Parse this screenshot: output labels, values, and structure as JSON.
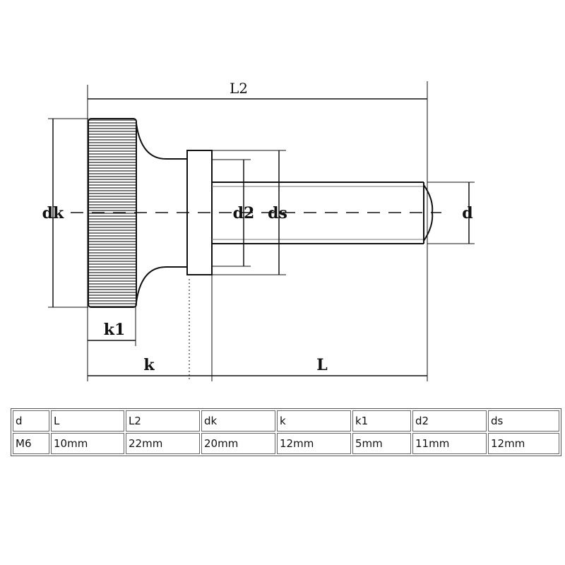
{
  "diagram": {
    "labels": {
      "L2": "L2",
      "dk": "dk",
      "d2": "d2",
      "ds": "ds",
      "d": "d",
      "k1": "k1",
      "k": "k",
      "L": "L"
    }
  },
  "spec_table": {
    "headers": [
      "d",
      "L",
      "L2",
      "dk",
      "k",
      "k1",
      "d2",
      "ds"
    ],
    "values": [
      "M6",
      "10mm",
      "22mm",
      "20mm",
      "12mm",
      "5mm",
      "11mm",
      "12mm"
    ]
  }
}
